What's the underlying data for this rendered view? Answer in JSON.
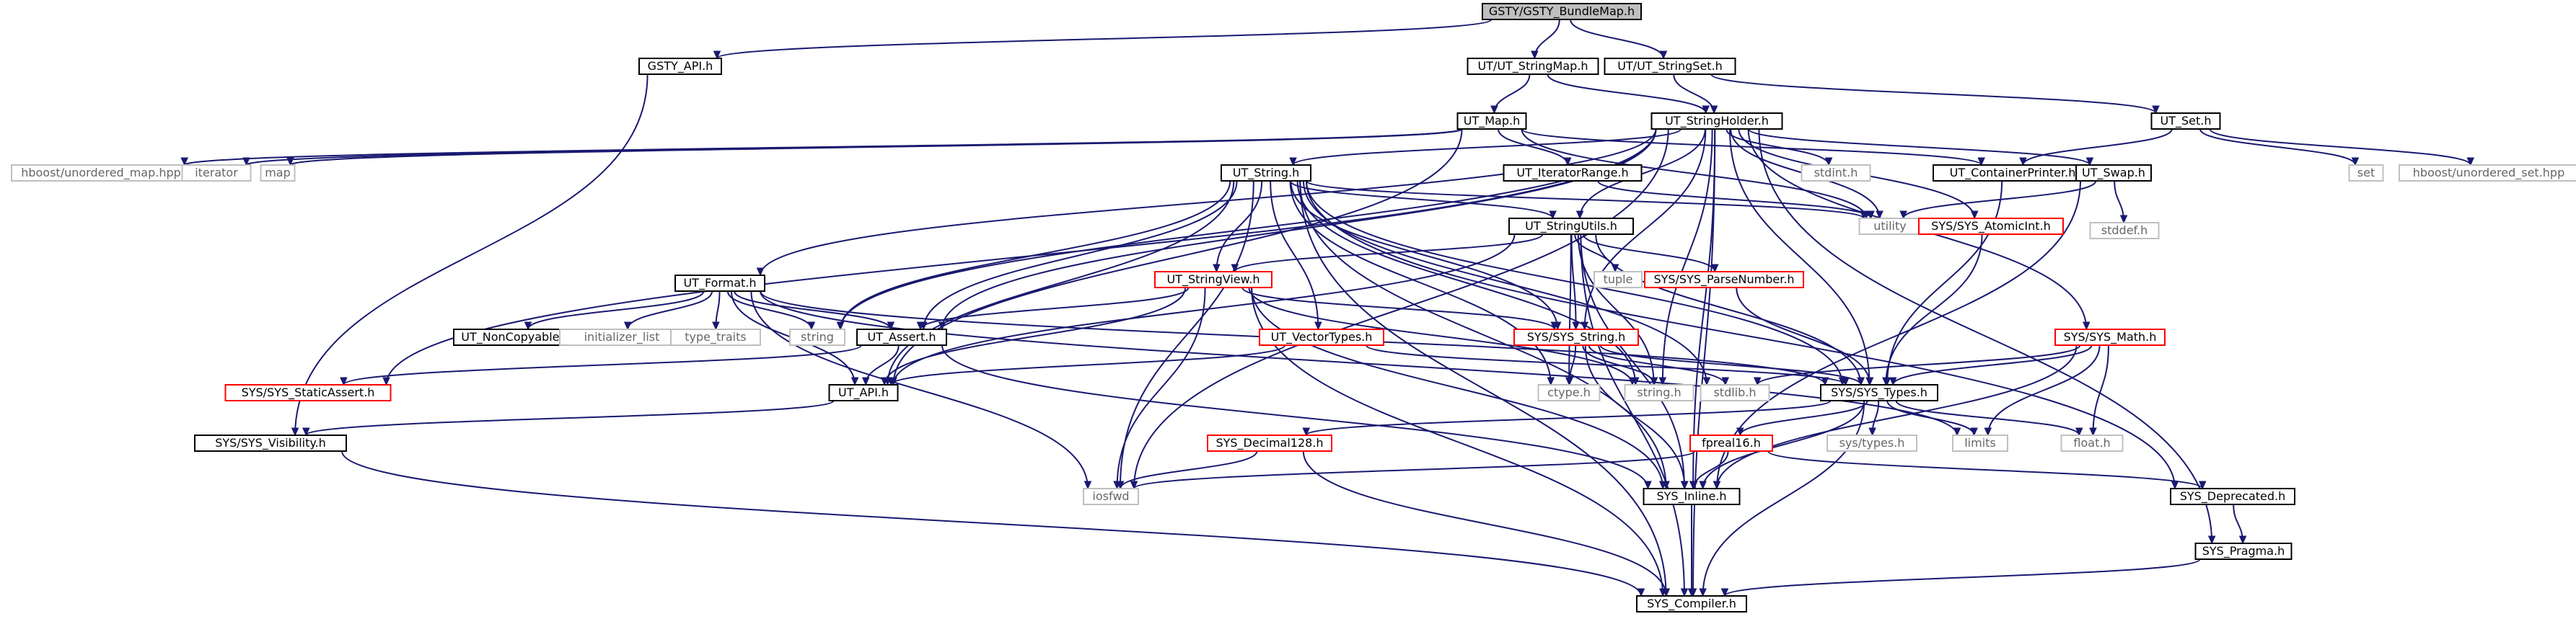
{
  "diagram": {
    "type": "include-dependency-graph",
    "nodes": [
      {
        "id": "root",
        "label": "GSTY/GSTY_BundleMap.h",
        "style": "root"
      },
      {
        "id": "gsty_api",
        "label": "GSTY_API.h",
        "style": "normal"
      },
      {
        "id": "ut_stringmap",
        "label": "UT/UT_StringMap.h",
        "style": "normal"
      },
      {
        "id": "ut_stringset",
        "label": "UT/UT_StringSet.h",
        "style": "normal"
      },
      {
        "id": "ut_map",
        "label": "UT_Map.h",
        "style": "normal"
      },
      {
        "id": "ut_stringholder",
        "label": "UT_StringHolder.h",
        "style": "normal"
      },
      {
        "id": "ut_set",
        "label": "UT_Set.h",
        "style": "normal"
      },
      {
        "id": "hboost_unordered_map",
        "label": "hboost/unordered_map.hpp",
        "style": "external"
      },
      {
        "id": "iterator",
        "label": "iterator",
        "style": "external"
      },
      {
        "id": "map",
        "label": "map",
        "style": "external"
      },
      {
        "id": "ut_iteratorrange",
        "label": "UT_IteratorRange.h",
        "style": "normal"
      },
      {
        "id": "stdint",
        "label": "stdint.h",
        "style": "external"
      },
      {
        "id": "ut_containerprinter",
        "label": "UT_ContainerPrinter.h",
        "style": "normal"
      },
      {
        "id": "ut_swap",
        "label": "UT_Swap.h",
        "style": "normal"
      },
      {
        "id": "set",
        "label": "set",
        "style": "external"
      },
      {
        "id": "hboost_unordered_set",
        "label": "hboost/unordered_set.hpp",
        "style": "external"
      },
      {
        "id": "ut_string",
        "label": "UT_String.h",
        "style": "normal"
      },
      {
        "id": "utility",
        "label": "utility",
        "style": "external"
      },
      {
        "id": "sys_atomicint",
        "label": "SYS/SYS_AtomicInt.h",
        "style": "truncated"
      },
      {
        "id": "stddef",
        "label": "stddef.h",
        "style": "external"
      },
      {
        "id": "ut_stringutils",
        "label": "UT_StringUtils.h",
        "style": "normal"
      },
      {
        "id": "tuple",
        "label": "tuple",
        "style": "external"
      },
      {
        "id": "sys_parsenumber",
        "label": "SYS/SYS_ParseNumber.h",
        "style": "truncated"
      },
      {
        "id": "ut_format",
        "label": "UT_Format.h",
        "style": "normal"
      },
      {
        "id": "ut_stringview",
        "label": "UT_StringView.h",
        "style": "truncated"
      },
      {
        "id": "ut_noncopyable",
        "label": "UT_NonCopyable.h",
        "style": "normal"
      },
      {
        "id": "initializer_list",
        "label": "initializer_list",
        "style": "external"
      },
      {
        "id": "type_traits",
        "label": "type_traits",
        "style": "external"
      },
      {
        "id": "string",
        "label": "string",
        "style": "external"
      },
      {
        "id": "ut_assert",
        "label": "UT_Assert.h",
        "style": "normal"
      },
      {
        "id": "ut_vectortypes",
        "label": "UT_VectorTypes.h",
        "style": "truncated"
      },
      {
        "id": "sys_string",
        "label": "SYS/SYS_String.h",
        "style": "truncated"
      },
      {
        "id": "sys_math",
        "label": "SYS/SYS_Math.h",
        "style": "truncated"
      },
      {
        "id": "sys_staticassert",
        "label": "SYS/SYS_StaticAssert.h",
        "style": "truncated"
      },
      {
        "id": "ut_api",
        "label": "UT_API.h",
        "style": "normal"
      },
      {
        "id": "ctype",
        "label": "ctype.h",
        "style": "external"
      },
      {
        "id": "string_h",
        "label": "string.h",
        "style": "external"
      },
      {
        "id": "stdlib",
        "label": "stdlib.h",
        "style": "external"
      },
      {
        "id": "sys_types",
        "label": "SYS/SYS_Types.h",
        "style": "normal"
      },
      {
        "id": "sys_visibility",
        "label": "SYS/SYS_Visibility.h",
        "style": "normal"
      },
      {
        "id": "sys_decimal128",
        "label": "SYS_Decimal128.h",
        "style": "truncated"
      },
      {
        "id": "fpreal16",
        "label": "fpreal16.h",
        "style": "truncated"
      },
      {
        "id": "sys_types_h",
        "label": "sys/types.h",
        "style": "external"
      },
      {
        "id": "limits",
        "label": "limits",
        "style": "external"
      },
      {
        "id": "float",
        "label": "float.h",
        "style": "external"
      },
      {
        "id": "iosfwd",
        "label": "iosfwd",
        "style": "external"
      },
      {
        "id": "sys_inline",
        "label": "SYS_Inline.h",
        "style": "normal"
      },
      {
        "id": "sys_deprecated",
        "label": "SYS_Deprecated.h",
        "style": "normal"
      },
      {
        "id": "sys_pragma",
        "label": "SYS_Pragma.h",
        "style": "normal"
      },
      {
        "id": "sys_compiler",
        "label": "SYS_Compiler.h",
        "style": "normal"
      }
    ],
    "edges": [
      [
        "root",
        "gsty_api"
      ],
      [
        "root",
        "ut_stringmap"
      ],
      [
        "root",
        "ut_stringset"
      ],
      [
        "gsty_api",
        "sys_visibility"
      ],
      [
        "ut_stringmap",
        "ut_map"
      ],
      [
        "ut_stringmap",
        "ut_stringholder"
      ],
      [
        "ut_stringset",
        "ut_stringholder"
      ],
      [
        "ut_stringset",
        "ut_set"
      ],
      [
        "ut_map",
        "hboost_unordered_map"
      ],
      [
        "ut_map",
        "iterator"
      ],
      [
        "ut_map",
        "map"
      ],
      [
        "ut_map",
        "ut_iteratorrange"
      ],
      [
        "ut_map",
        "ut_api"
      ],
      [
        "ut_map",
        "utility"
      ],
      [
        "ut_map",
        "ut_containerprinter"
      ],
      [
        "ut_set",
        "ut_containerprinter"
      ],
      [
        "ut_set",
        "set"
      ],
      [
        "ut_set",
        "hboost_unordered_set"
      ],
      [
        "ut_stringholder",
        "ut_string"
      ],
      [
        "ut_stringholder",
        "ut_format"
      ],
      [
        "ut_stringholder",
        "ut_assert"
      ],
      [
        "ut_stringholder",
        "ut_stringutils"
      ],
      [
        "ut_stringholder",
        "sys_staticassert"
      ],
      [
        "ut_stringholder",
        "string"
      ],
      [
        "ut_stringholder",
        "stdint"
      ],
      [
        "ut_stringholder",
        "iosfwd"
      ],
      [
        "ut_stringholder",
        "utility"
      ],
      [
        "ut_stringholder",
        "ut_swap"
      ],
      [
        "ut_stringholder",
        "sys_atomicint"
      ],
      [
        "ut_stringholder",
        "sys_math"
      ],
      [
        "ut_stringholder",
        "sys_string"
      ],
      [
        "ut_stringholder",
        "sys_types"
      ],
      [
        "ut_stringholder",
        "sys_pragma"
      ],
      [
        "ut_stringholder",
        "sys_compiler"
      ],
      [
        "ut_stringholder",
        "sys_inline"
      ],
      [
        "ut_stringholder",
        "string_h"
      ],
      [
        "ut_iteratorrange",
        "utility"
      ],
      [
        "ut_swap",
        "utility"
      ],
      [
        "ut_swap",
        "stddef"
      ],
      [
        "ut_swap",
        "sys_inline"
      ],
      [
        "ut_containerprinter",
        "sys_types"
      ],
      [
        "sys_atomicint",
        "sys_types"
      ],
      [
        "ut_string",
        "ut_api"
      ],
      [
        "ut_string",
        "ut_assert"
      ],
      [
        "ut_string",
        "ut_stringview"
      ],
      [
        "ut_string",
        "ut_vectortypes"
      ],
      [
        "ut_string",
        "ut_stringutils"
      ],
      [
        "ut_string",
        "sys_string"
      ],
      [
        "ut_string",
        "sys_types"
      ],
      [
        "ut_string",
        "sys_deprecated"
      ],
      [
        "ut_string",
        "string"
      ],
      [
        "ut_string",
        "iosfwd"
      ],
      [
        "ut_string",
        "ctype"
      ],
      [
        "ut_string",
        "string_h"
      ],
      [
        "ut_string",
        "stdlib"
      ],
      [
        "ut_string",
        "utility"
      ],
      [
        "ut_string",
        "sys_compiler"
      ],
      [
        "ut_string",
        "sys_inline"
      ],
      [
        "ut_stringutils",
        "ut_stringview"
      ],
      [
        "ut_stringutils",
        "sys_parsenumber"
      ],
      [
        "ut_stringutils",
        "tuple"
      ],
      [
        "ut_stringutils",
        "sys_string"
      ],
      [
        "ut_stringutils",
        "sys_types"
      ],
      [
        "ut_stringutils",
        "ut_api"
      ],
      [
        "ut_stringutils",
        "sys_inline"
      ],
      [
        "ut_stringutils",
        "ctype"
      ],
      [
        "ut_stringutils",
        "string_h"
      ],
      [
        "ut_stringutils",
        "sys_compiler"
      ],
      [
        "sys_parsenumber",
        "sys_types"
      ],
      [
        "ut_format",
        "ut_noncopyable"
      ],
      [
        "ut_format",
        "initializer_list"
      ],
      [
        "ut_format",
        "type_traits"
      ],
      [
        "ut_format",
        "string"
      ],
      [
        "ut_format",
        "ut_assert"
      ],
      [
        "ut_format",
        "ut_api"
      ],
      [
        "ut_format",
        "sys_types"
      ],
      [
        "ut_format",
        "iosfwd"
      ],
      [
        "ut_format",
        "limits"
      ],
      [
        "ut_stringview",
        "ut_assert"
      ],
      [
        "ut_stringview",
        "ut_api"
      ],
      [
        "ut_stringview",
        "sys_string"
      ],
      [
        "ut_stringview",
        "iosfwd"
      ],
      [
        "ut_stringview",
        "string_h"
      ],
      [
        "ut_stringview",
        "sys_inline"
      ],
      [
        "ut_stringview",
        "sys_compiler"
      ],
      [
        "ut_vectortypes",
        "sys_types"
      ],
      [
        "ut_vectortypes",
        "ut_api"
      ],
      [
        "ut_assert",
        "ut_api"
      ],
      [
        "ut_assert",
        "sys_staticassert"
      ],
      [
        "ut_assert",
        "sys_inline"
      ],
      [
        "ut_api",
        "sys_visibility"
      ],
      [
        "sys_string",
        "ctype"
      ],
      [
        "sys_string",
        "string_h"
      ],
      [
        "sys_string",
        "stdlib"
      ],
      [
        "sys_string",
        "sys_types"
      ],
      [
        "sys_string",
        "sys_inline"
      ],
      [
        "sys_math",
        "sys_types"
      ],
      [
        "sys_math",
        "float"
      ],
      [
        "sys_math",
        "limits"
      ],
      [
        "sys_math",
        "stdlib"
      ],
      [
        "sys_math",
        "sys_inline"
      ],
      [
        "sys_types",
        "sys_decimal128"
      ],
      [
        "sys_types",
        "fpreal16"
      ],
      [
        "sys_types",
        "sys_types_h"
      ],
      [
        "sys_types",
        "limits"
      ],
      [
        "sys_types",
        "float"
      ],
      [
        "sys_types",
        "sys_inline"
      ],
      [
        "sys_types",
        "sys_compiler"
      ],
      [
        "sys_decimal128",
        "iosfwd"
      ],
      [
        "sys_decimal128",
        "sys_compiler"
      ],
      [
        "fpreal16",
        "sys_inline"
      ],
      [
        "fpreal16",
        "iosfwd"
      ],
      [
        "fpreal16",
        "sys_deprecated"
      ],
      [
        "sys_visibility",
        "sys_compiler"
      ],
      [
        "sys_inline",
        "sys_compiler"
      ],
      [
        "sys_deprecated",
        "sys_pragma"
      ],
      [
        "sys_pragma",
        "sys_compiler"
      ]
    ]
  }
}
